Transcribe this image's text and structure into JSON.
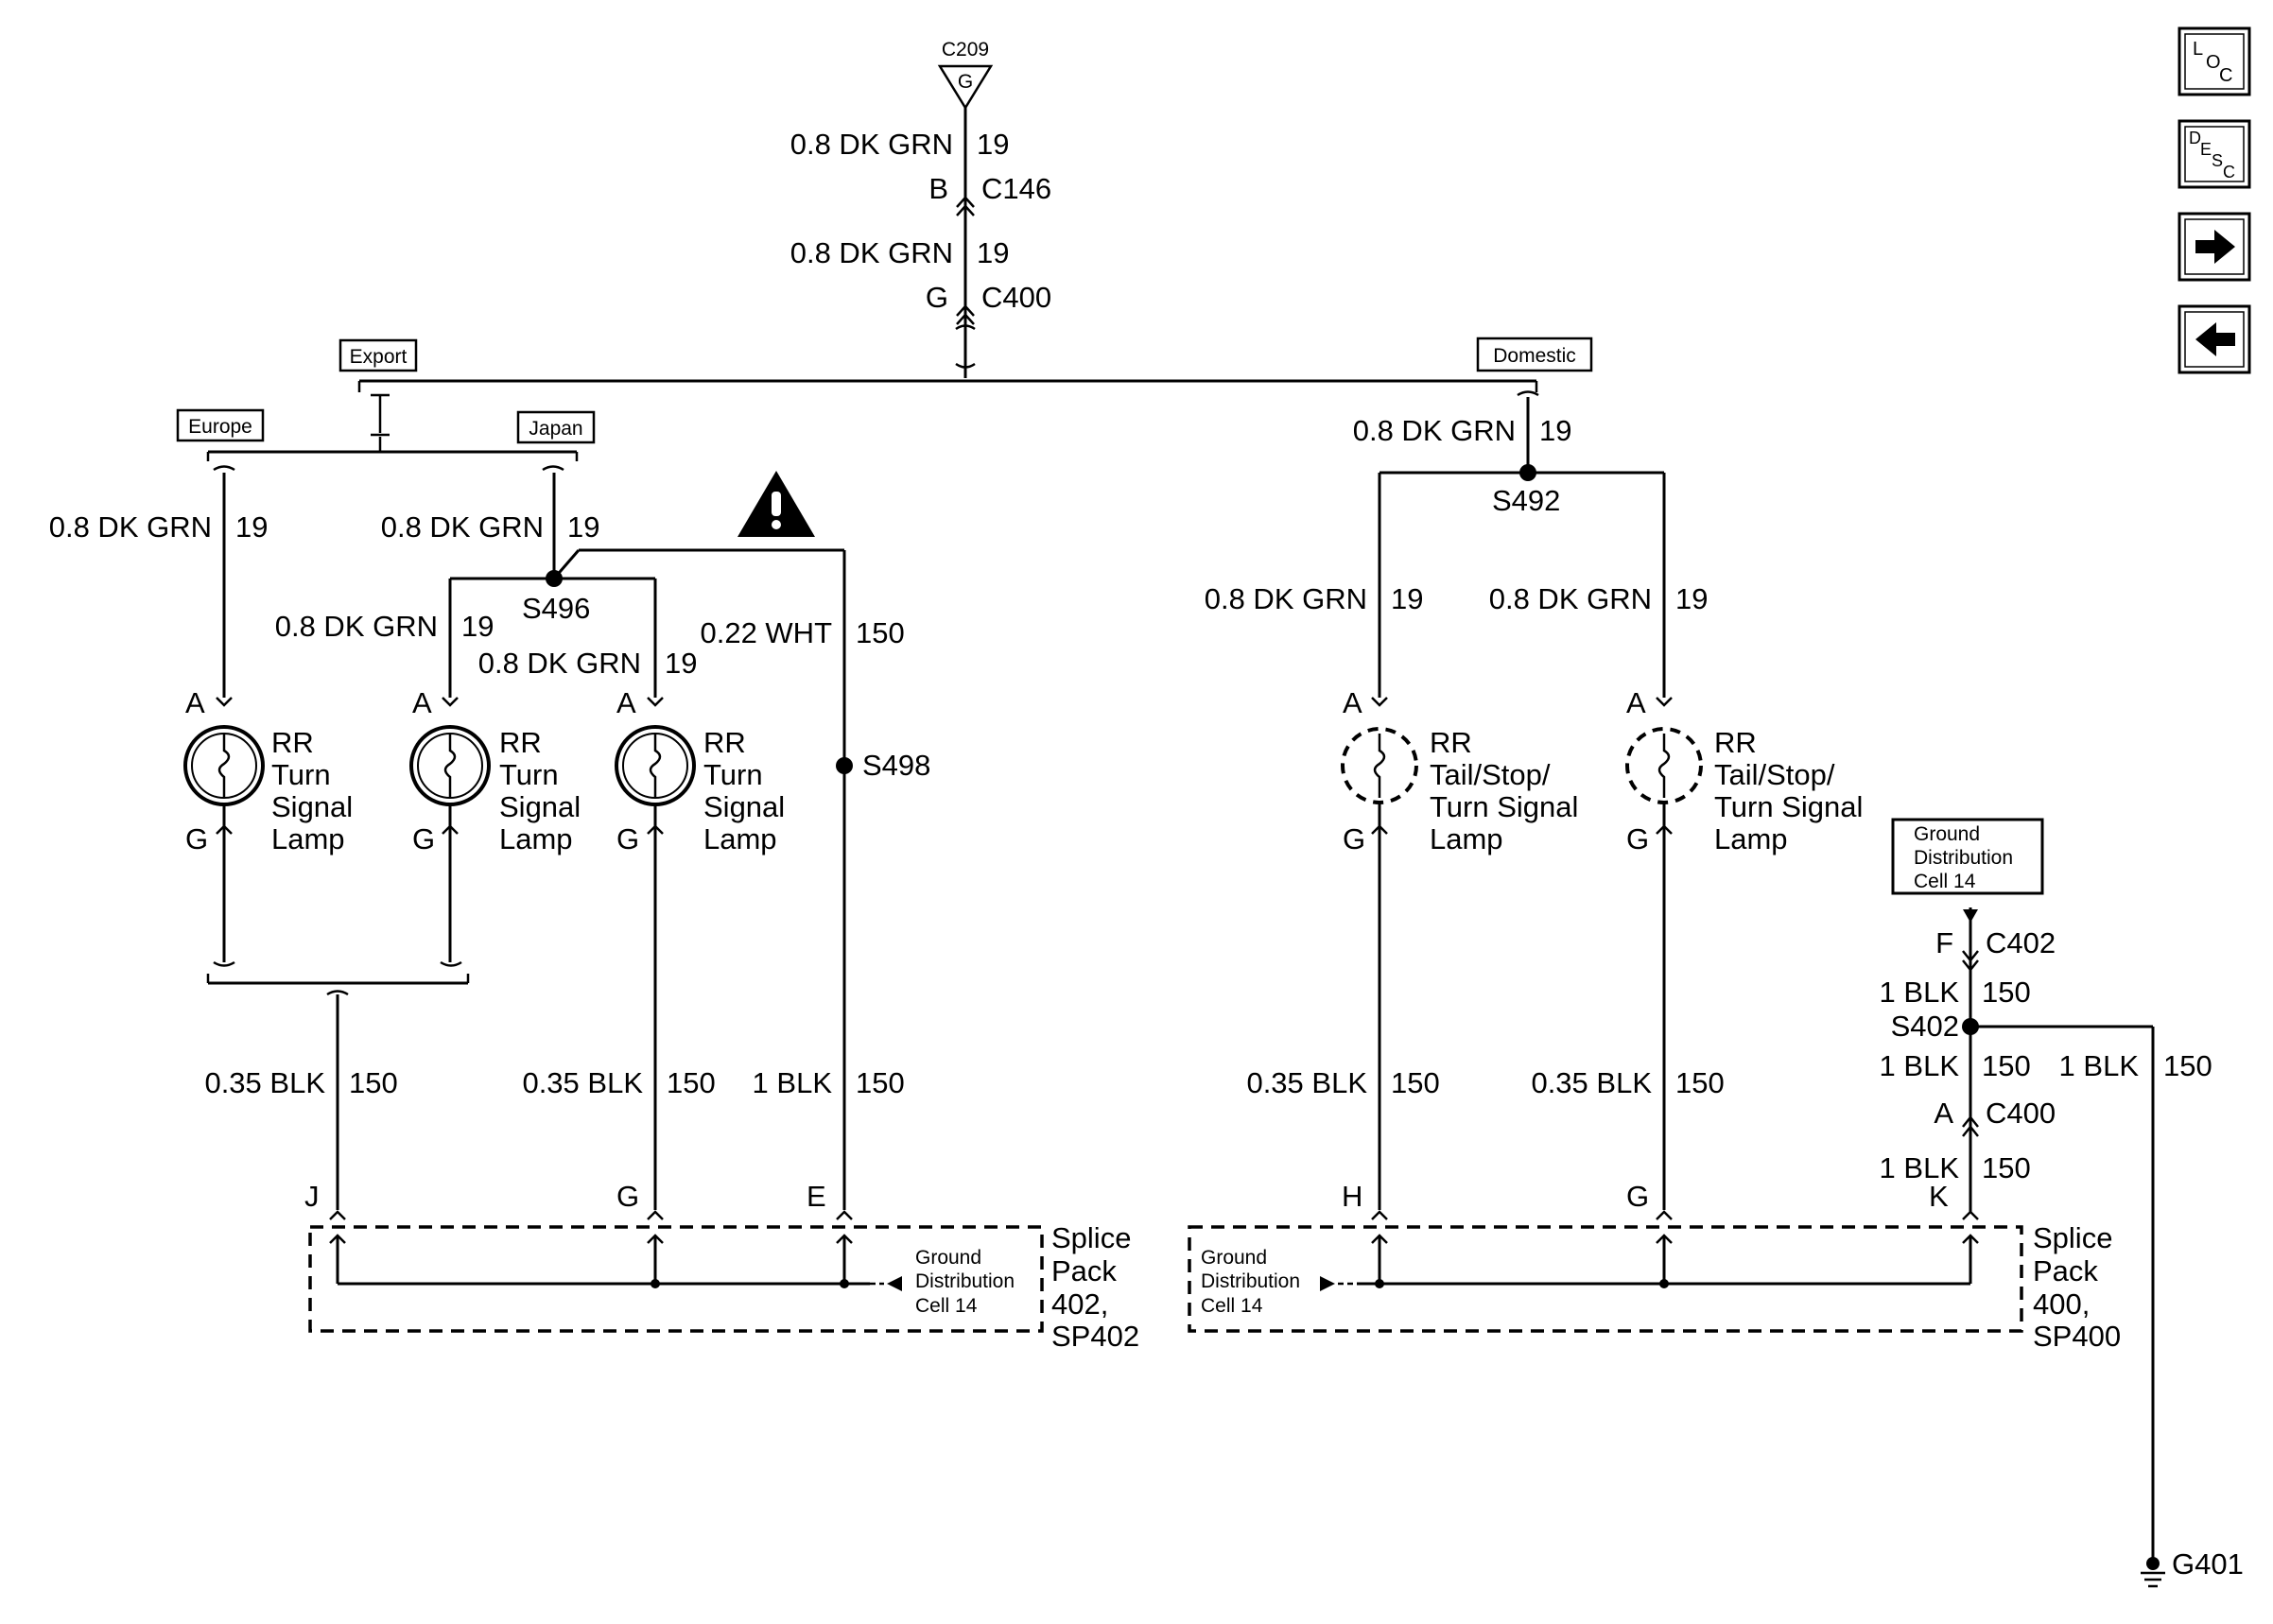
{
  "ground_top": {
    "connector": "C209",
    "pin": "G"
  },
  "trunk": {
    "seg1": {
      "wire": "0.8 DK GRN",
      "circuit": "19"
    },
    "c146": {
      "pin": "B",
      "name": "C146"
    },
    "seg2": {
      "wire": "0.8 DK GRN",
      "circuit": "19"
    },
    "c400": {
      "pin": "G",
      "name": "C400"
    }
  },
  "options": {
    "export": "Export",
    "domestic": "Domestic",
    "europe": "Europe",
    "japan": "Japan"
  },
  "left": {
    "europe_wire": {
      "wire": "0.8 DK GRN",
      "circuit": "19"
    },
    "japan_wire": {
      "wire": "0.8 DK GRN",
      "circuit": "19"
    },
    "s496": "S496",
    "s496_left": {
      "wire": "0.8 DK GRN",
      "circuit": "19"
    },
    "s496_mid": {
      "wire": "0.8 DK GRN",
      "circuit": "19"
    },
    "wht": {
      "wire": "0.22 WHT",
      "circuit": "150"
    },
    "s498": "S498",
    "lamp1": {
      "pin_top": "A",
      "pin_bottom": "G",
      "label": [
        "RR",
        "Turn",
        "Signal",
        "Lamp"
      ]
    },
    "lamp2": {
      "pin_top": "A",
      "pin_bottom": "G",
      "label": [
        "RR",
        "Turn",
        "Signal",
        "Lamp"
      ]
    },
    "lamp3": {
      "pin_top": "A",
      "pin_bottom": "G",
      "label": [
        "RR",
        "Turn",
        "Signal",
        "Lamp"
      ]
    },
    "gnd1": {
      "wire": "0.35 BLK",
      "circuit": "150",
      "pin": "J"
    },
    "gnd2": {
      "wire": "0.35 BLK",
      "circuit": "150",
      "pin": "G"
    },
    "gnd3": {
      "wire": "1 BLK",
      "circuit": "150",
      "pin": "E"
    },
    "splice_pack": [
      "Splice",
      "Pack",
      "402,",
      "SP402"
    ],
    "ground_dist": [
      "Ground",
      "Distribution",
      "Cell 14"
    ]
  },
  "right": {
    "domestic_wire": {
      "wire": "0.8 DK GRN",
      "circuit": "19"
    },
    "s492": "S492",
    "branch1": {
      "wire": "0.8 DK GRN",
      "circuit": "19"
    },
    "branch2": {
      "wire": "0.8 DK GRN",
      "circuit": "19"
    },
    "lamp4": {
      "pin_top": "A",
      "pin_bottom": "G",
      "label": [
        "RR",
        "Tail/Stop/",
        "Turn Signal",
        "Lamp"
      ]
    },
    "lamp5": {
      "pin_top": "A",
      "pin_bottom": "G",
      "label": [
        "RR",
        "Tail/Stop/",
        "Turn Signal",
        "Lamp"
      ]
    },
    "gnd4": {
      "wire": "0.35 BLK",
      "circuit": "150",
      "pin": "H"
    },
    "gnd5": {
      "wire": "0.35 BLK",
      "circuit": "150",
      "pin": "G"
    },
    "ground_dist": [
      "Ground",
      "Distribution",
      "Cell 14"
    ],
    "splice_pack": [
      "Splice",
      "Pack",
      "400,",
      "SP400"
    ]
  },
  "ground_block": {
    "box": [
      "Ground",
      "Distribution",
      "Cell 14"
    ],
    "c402": {
      "pin": "F",
      "name": "C402"
    },
    "seg1": {
      "wire": "1 BLK",
      "circuit": "150"
    },
    "s402": "S402",
    "seg2": {
      "wire": "1 BLK",
      "circuit": "150"
    },
    "c400": {
      "pin": "A",
      "name": "C400"
    },
    "seg3": {
      "wire": "1 BLK",
      "circuit": "150"
    },
    "pin_k": "K",
    "g401_wire": {
      "wire": "1 BLK",
      "circuit": "150"
    },
    "g401": "G401"
  },
  "nav": {
    "loc": [
      "L",
      "O",
      "C"
    ],
    "desc": [
      "D",
      "E",
      "S",
      "C"
    ],
    "forward_icon": "arrow-right-icon",
    "back_icon": "arrow-left-icon"
  }
}
